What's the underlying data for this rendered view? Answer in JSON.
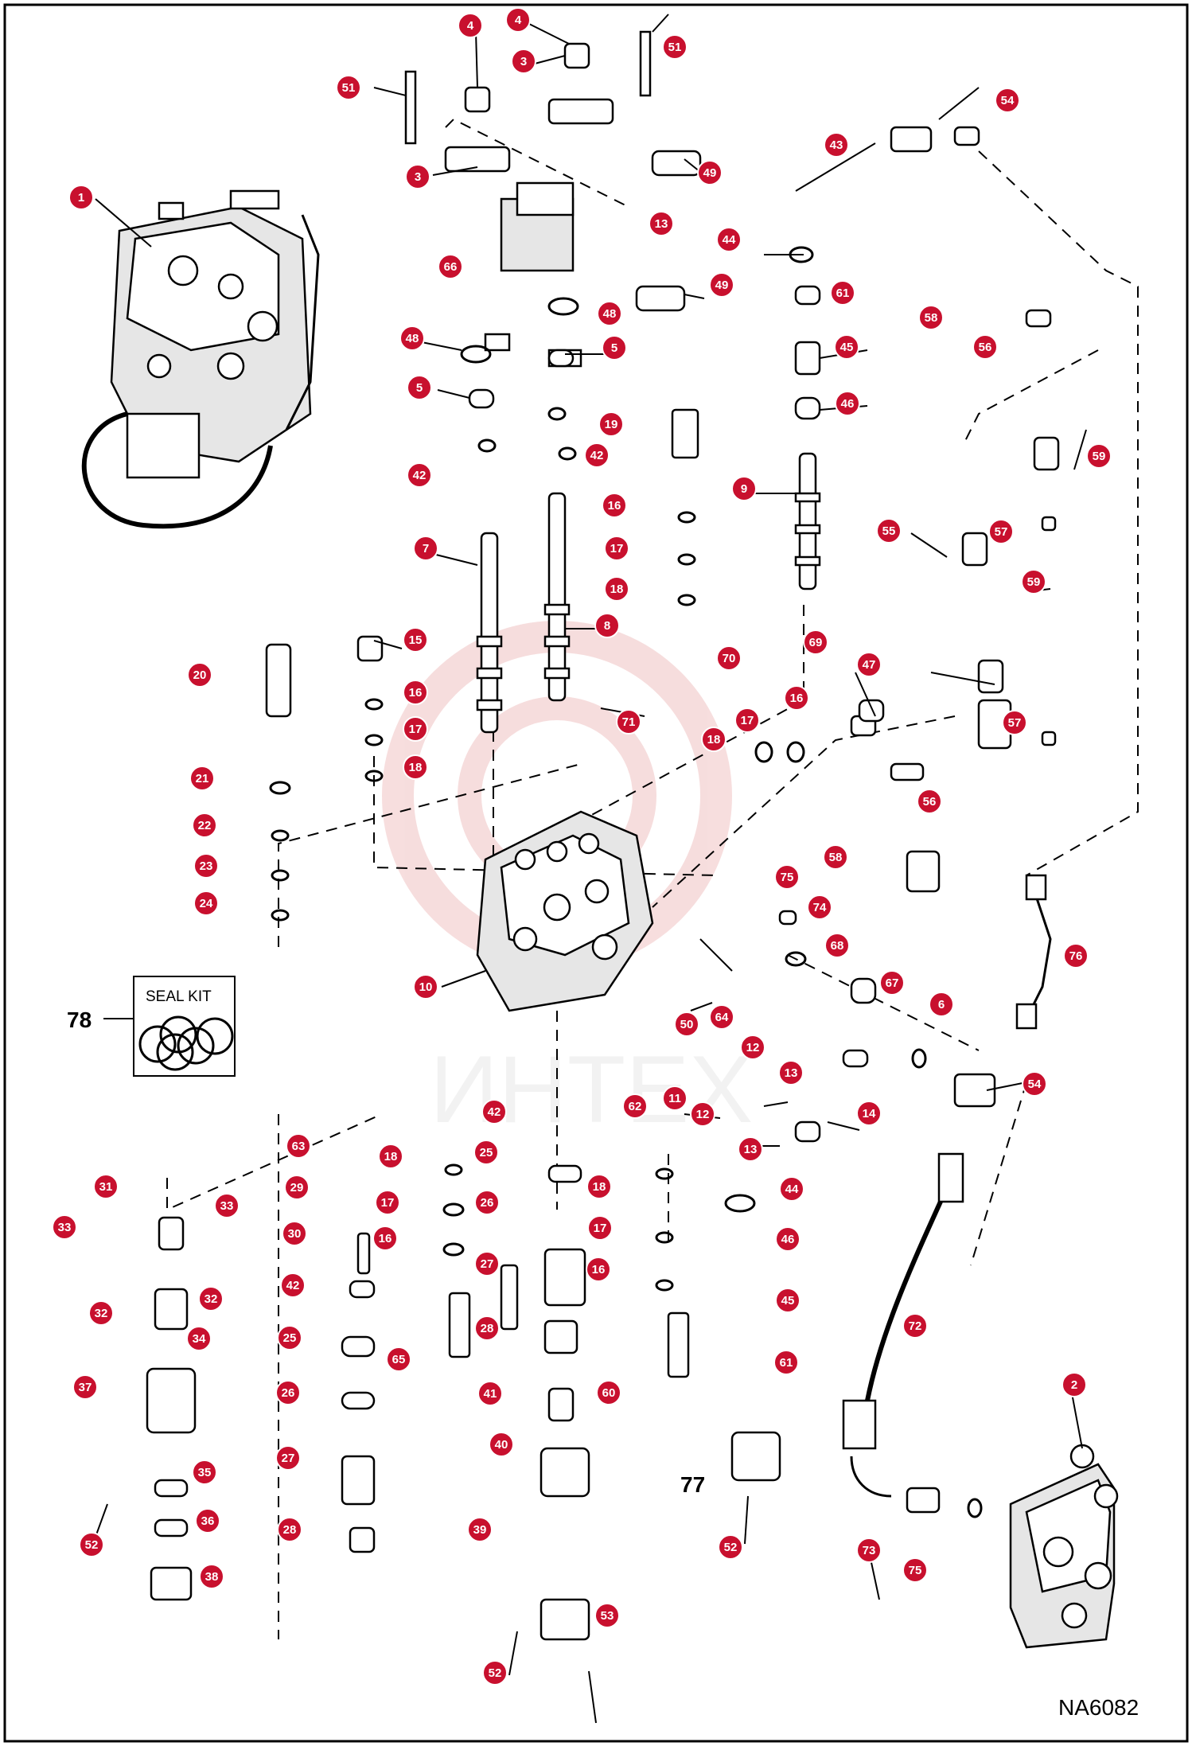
{
  "drawing_code": "NA6082",
  "seal_kit_label": "SEAL KIT",
  "watermark_text": "ИНТЕХ",
  "colors": {
    "callout": "#c8102e",
    "line": "#000000",
    "watermark": "#e8a0a0",
    "background": "#ffffff"
  },
  "callout_numbers": [
    "1",
    "2",
    "3",
    "4",
    "5",
    "6",
    "7",
    "8",
    "9",
    "10",
    "11",
    "12",
    "13",
    "14",
    "15",
    "16",
    "17",
    "18",
    "19",
    "20",
    "21",
    "22",
    "23",
    "24",
    "25",
    "26",
    "27",
    "28",
    "29",
    "30",
    "31",
    "32",
    "33",
    "34",
    "35",
    "36",
    "37",
    "38",
    "39",
    "40",
    "41",
    "42",
    "43",
    "44",
    "45",
    "46",
    "47",
    "48",
    "49",
    "50",
    "51",
    "52",
    "53",
    "54",
    "55",
    "56",
    "57",
    "58",
    "59",
    "60",
    "61",
    "62",
    "63",
    "64",
    "65",
    "66",
    "67",
    "68",
    "69",
    "70",
    "71",
    "72",
    "73",
    "74",
    "75",
    "76"
  ],
  "plain_labels": {
    "seal_kit": "78",
    "adapter": "77"
  }
}
